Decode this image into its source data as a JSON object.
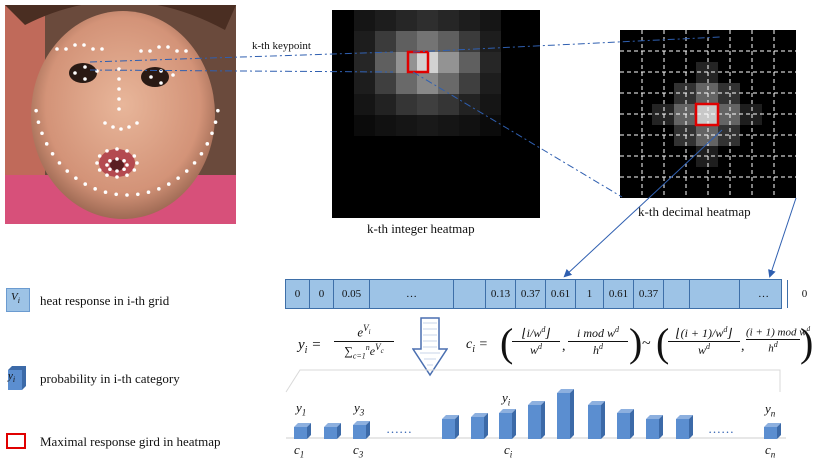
{
  "labels": {
    "keypoint": "k-th keypoint",
    "integer_heatmap": "k-th integer heatmap",
    "decimal_heatmap": "k-th decimal heatmap"
  },
  "vector_cells": [
    "0",
    "0",
    "0.05",
    "…",
    "",
    "0.13",
    "0.37",
    "0.61",
    "1",
    "0.61",
    "0.37",
    "",
    "",
    "…",
    "0"
  ],
  "formulas": {
    "softmax_lhs": "y",
    "softmax_lhs_sub": "i",
    "softmax_num": "e",
    "softmax_num_sup": "V",
    "softmax_num_sup_sub": "i",
    "softmax_den": "∑",
    "softmax_den_sub": "c=1",
    "softmax_den_sup": "n",
    "softmax_den_e": "e",
    "softmax_den_exp": "V",
    "softmax_den_exp_sub": "c",
    "ci_lhs": "c",
    "ci_lhs_sub": "i",
    "ci_f1_num": "⌊i/w",
    "ci_f1_num_sup": "d",
    "ci_f1_num_end": "⌋",
    "ci_f1_den": "w",
    "ci_f1_den_sup": "d",
    "ci_f2_num": "i mod w",
    "ci_f2_num_sup": "d",
    "ci_f2_den": "h",
    "ci_f2_den_sup": "d",
    "ci_f3_num": "⌊(i + 1)/w",
    "ci_f3_num_sup": "d",
    "ci_f3_num_end": "⌋",
    "ci_f3_den": "w",
    "ci_f3_den_sup": "d",
    "ci_f4_num": "(i + 1) mod w",
    "ci_f4_num_sup": "d",
    "ci_f4_den": "h",
    "ci_f4_den_sup": "d"
  },
  "bars": {
    "heights": [
      12,
      12,
      14,
      0,
      20,
      22,
      26,
      34,
      46,
      34,
      26,
      20,
      20,
      0,
      12
    ],
    "top_labels": [
      {
        "main": "y",
        "sub": "1"
      },
      {
        "main": "y",
        "sub": "3"
      },
      {
        "main": "y",
        "sub": "i"
      },
      {
        "main": "y",
        "sub": "n"
      }
    ],
    "bottom_labels": [
      {
        "main": "c",
        "sub": "1"
      },
      {
        "main": "c",
        "sub": "3"
      },
      {
        "main": "c",
        "sub": "i"
      },
      {
        "main": "c",
        "sub": "n"
      }
    ],
    "dots_1": "……",
    "dots_2": "……"
  },
  "legend": [
    {
      "symbol": "V",
      "symbol_sub": "i",
      "text": "heat response in i-th grid"
    },
    {
      "symbol": "y",
      "symbol_sub": "i",
      "text": "probability in i-th category"
    },
    {
      "symbol": "",
      "symbol_sub": "",
      "text": "Maximal response gird in heatmap"
    }
  ],
  "colors": {
    "cell_blue": "#9dc3e6",
    "bar_blue": "#5b8ed0",
    "bar_dark": "#3c6aa8",
    "marker_red": "#e00000",
    "guide_blue": "#2f5fb0"
  }
}
